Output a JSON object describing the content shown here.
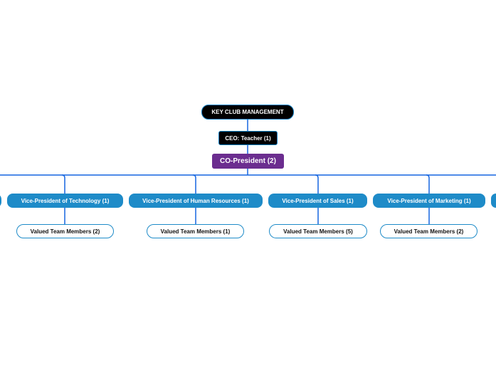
{
  "diagram": {
    "root_label": "KEY CLUB MANAGEMENT",
    "ceo_label": "CEO: Teacher (1)",
    "co_president_label": "CO-President (2)",
    "vice_presidents": [
      {
        "label": "Vice-President of Technology (1)",
        "team_label": "Valued Team Members (2)"
      },
      {
        "label": "Vice-President of Human Resources (1)",
        "team_label": "Valued Team Members (1)"
      },
      {
        "label": "Vice-President of Sales (1)",
        "team_label": "Valued Team Members (5)"
      },
      {
        "label": "Vice-President of Marketing (1)",
        "team_label": "Valued Team Members (2)"
      }
    ],
    "colors": {
      "connector": "#1565e0",
      "vp_fill": "#1e8bc8",
      "co_president_fill": "#6b2d8f",
      "top_fill": "#000000"
    }
  }
}
